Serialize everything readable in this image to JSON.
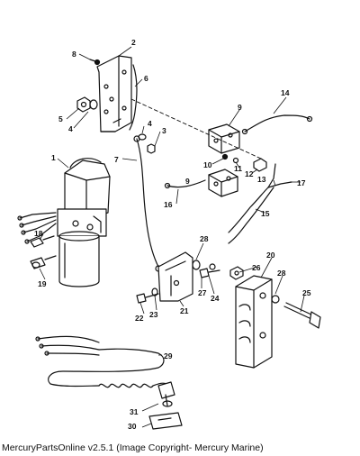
{
  "footer": {
    "caption": "MercuryPartsOnline v2.5.1 (Image Copyright- Mercury Marine)"
  },
  "callouts": {
    "c1": "1",
    "c2": "2",
    "c3": "3",
    "c4a": "4",
    "c4b": "4",
    "c5": "5",
    "c6": "6",
    "c7": "7",
    "c8": "8",
    "c9a": "9",
    "c9b": "9",
    "c10": "10",
    "c11": "11",
    "c12": "12",
    "c13": "13",
    "c14": "14",
    "c15": "15",
    "c16": "16",
    "c17": "17",
    "c18": "18",
    "c19": "19",
    "c20": "20",
    "c21": "21",
    "c22": "22",
    "c23": "23",
    "c24": "24",
    "c25": "25",
    "c26": "26",
    "c27": "27",
    "c28a": "28",
    "c28b": "28",
    "c29": "29",
    "c30": "30",
    "c31": "31"
  },
  "colors": {
    "ink": "#111111",
    "background": "#ffffff"
  }
}
